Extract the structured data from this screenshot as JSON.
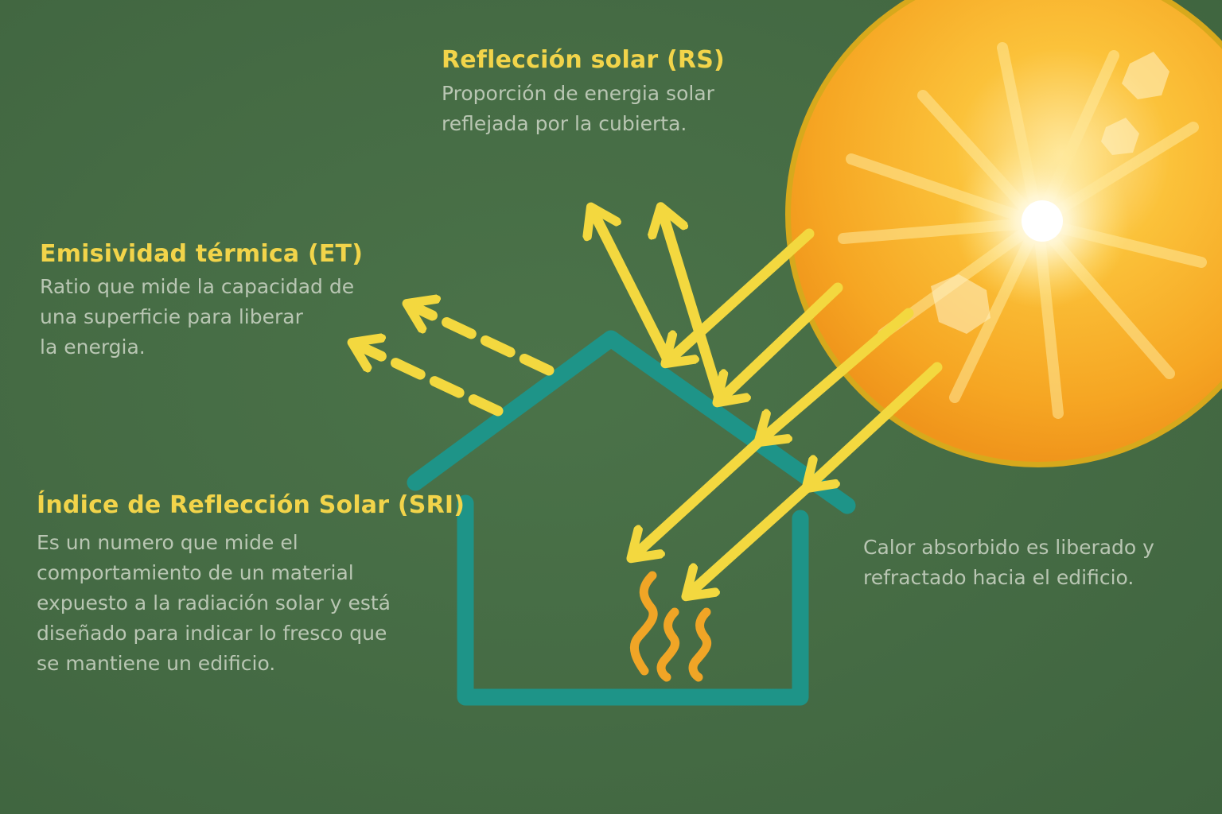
{
  "rs": {
    "title": "Reflección solar (RS)",
    "description": "Proporción de energia solar\nreflejada por la cubierta."
  },
  "et": {
    "title": "Emisividad térmica (ET)",
    "description": "Ratio que mide la capacidad de\nuna superficie para liberar\nla energia."
  },
  "sri": {
    "title": "Índice de Reflección Solar (SRI)",
    "description": "Es un numero que mide el\ncomportamiento de un material\nexpuesto a la radiación solar y está\ndiseñado para indicar lo fresco que\nse mantiene un edificio."
  },
  "heat": {
    "description": "Calor absorbido es liberado y\nrefractado hacia el edificio."
  },
  "colors": {
    "background": "#466c45",
    "title_yellow": "#f2d44a",
    "body_text": "#b9c6b3",
    "arrow_yellow": "#f3d83f",
    "house_teal": "#1e9488",
    "sun_orange": "#f6a623",
    "heat_orange": "#f0a526"
  },
  "icons": [
    "sun-icon",
    "house-icon",
    "heat-waves-icon"
  ]
}
